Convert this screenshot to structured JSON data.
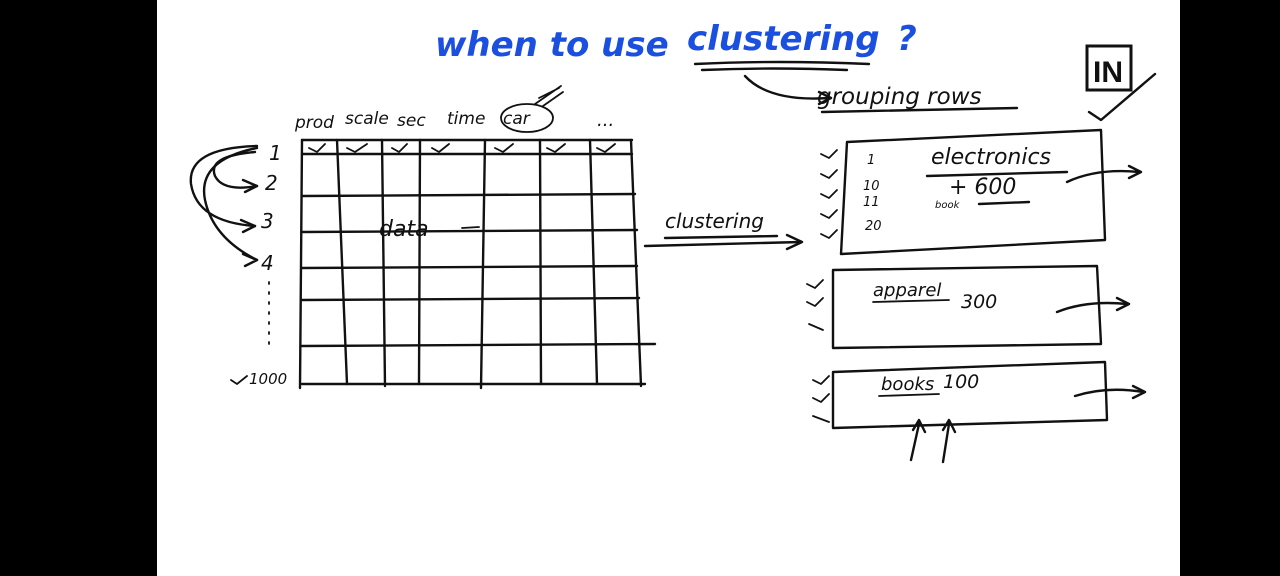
{
  "title": {
    "prefix": "when to use",
    "keyword": "clustering",
    "suffix": "?"
  },
  "logo": {
    "text": "IN"
  },
  "grouping_label": "grouping rows",
  "table": {
    "columns": [
      "prod",
      "scale",
      "sec",
      "time",
      "car",
      "..."
    ],
    "row_labels": [
      "1",
      "2",
      "3",
      "4",
      "1000"
    ],
    "body_label": "data"
  },
  "arrow_label": "clustering",
  "clusters": [
    {
      "name": "electronics",
      "value": "+ 600",
      "note": "book",
      "row_ids": [
        "1",
        "10",
        "11",
        "20"
      ]
    },
    {
      "name": "apparel",
      "value": "300"
    },
    {
      "name": "books",
      "value": "100"
    }
  ]
}
